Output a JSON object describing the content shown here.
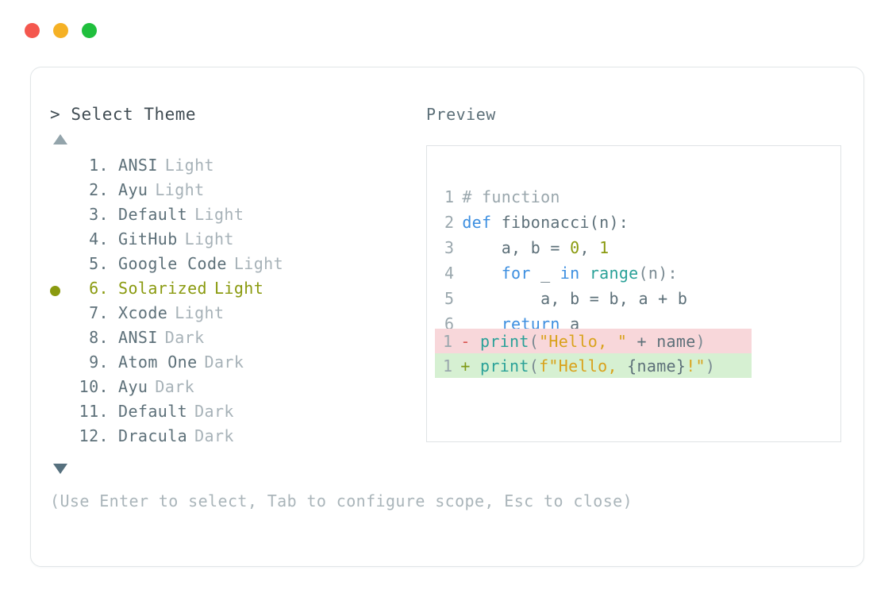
{
  "window": {
    "traffic_lights": [
      {
        "name": "close",
        "color": "#f4574e"
      },
      {
        "name": "minimize",
        "color": "#f5b125"
      },
      {
        "name": "maximize",
        "color": "#1fbf3d"
      }
    ]
  },
  "selector": {
    "prompt_symbol": ">",
    "title": "Select Theme",
    "scroll_up_icon": "triangle-up",
    "scroll_down_icon": "triangle-down",
    "selected_index": 6,
    "items": [
      {
        "num": "1.",
        "name": "ANSI",
        "mode": "Light",
        "selected": false
      },
      {
        "num": "2.",
        "name": "Ayu",
        "mode": "Light",
        "selected": false
      },
      {
        "num": "3.",
        "name": "Default",
        "mode": "Light",
        "selected": false
      },
      {
        "num": "4.",
        "name": "GitHub",
        "mode": "Light",
        "selected": false
      },
      {
        "num": "5.",
        "name": "Google Code",
        "mode": "Light",
        "selected": false
      },
      {
        "num": "6.",
        "name": "Solarized",
        "mode": "Light",
        "selected": true
      },
      {
        "num": "7.",
        "name": "Xcode",
        "mode": "Light",
        "selected": false
      },
      {
        "num": "8.",
        "name": "ANSI",
        "mode": "Dark",
        "selected": false
      },
      {
        "num": "9.",
        "name": "Atom One",
        "mode": "Dark",
        "selected": false
      },
      {
        "num": "10.",
        "name": "Ayu",
        "mode": "Dark",
        "selected": false
      },
      {
        "num": "11.",
        "name": "Default",
        "mode": "Dark",
        "selected": false
      },
      {
        "num": "12.",
        "name": "Dracula",
        "mode": "Dark",
        "selected": false
      }
    ]
  },
  "preview": {
    "label": "Preview",
    "code_lines": [
      {
        "ln": "1",
        "tokens": [
          {
            "t": "# function",
            "c": "comment"
          }
        ]
      },
      {
        "ln": "2",
        "tokens": [
          {
            "t": "def",
            "c": "kw"
          },
          {
            "t": " fibonacci(n):",
            "c": "plain"
          }
        ]
      },
      {
        "ln": "3",
        "tokens": [
          {
            "t": "    a, b = ",
            "c": "plain"
          },
          {
            "t": "0",
            "c": "num"
          },
          {
            "t": ", ",
            "c": "plain"
          },
          {
            "t": "1",
            "c": "num"
          }
        ]
      },
      {
        "ln": "4",
        "tokens": [
          {
            "t": "    ",
            "c": "plain"
          },
          {
            "t": "for",
            "c": "kw"
          },
          {
            "t": " _ ",
            "c": "plain"
          },
          {
            "t": "in",
            "c": "kw"
          },
          {
            "t": " ",
            "c": "plain"
          },
          {
            "t": "range",
            "c": "fn"
          },
          {
            "t": "(n):",
            "c": "punc"
          }
        ]
      },
      {
        "ln": "5",
        "tokens": [
          {
            "t": "        a, b = b, a + b",
            "c": "plain"
          }
        ]
      },
      {
        "ln": "6",
        "tokens": [
          {
            "t": "    ",
            "c": "plain"
          },
          {
            "t": "return",
            "c": "kw"
          },
          {
            "t": " a",
            "c": "plain"
          }
        ]
      }
    ],
    "diff_lines": [
      {
        "ln": "1",
        "sign": "-",
        "kind": "del",
        "tokens": [
          {
            "t": "print",
            "c": "fn"
          },
          {
            "t": "(",
            "c": "punc"
          },
          {
            "t": "\"Hello, \"",
            "c": "str"
          },
          {
            "t": " + name",
            "c": "plain"
          },
          {
            "t": ")",
            "c": "punc"
          }
        ]
      },
      {
        "ln": "1",
        "sign": "+",
        "kind": "add",
        "tokens": [
          {
            "t": "print",
            "c": "fn"
          },
          {
            "t": "(",
            "c": "punc"
          },
          {
            "t": "f\"Hello, ",
            "c": "str"
          },
          {
            "t": "{name}",
            "c": "plain"
          },
          {
            "t": "!\"",
            "c": "str"
          },
          {
            "t": ")",
            "c": "punc"
          }
        ]
      }
    ]
  },
  "hint": "(Use Enter to select, Tab to configure scope, Esc to close)",
  "colors": {
    "selected": "#8a9a0f",
    "keyword": "#3d8fe0",
    "function": "#2aa198",
    "string": "#d9a21b",
    "number": "#8a9a0f",
    "comment": "#9aa7ad",
    "diff_del_bg": "#f8d7da",
    "diff_add_bg": "#d6f0d2"
  }
}
